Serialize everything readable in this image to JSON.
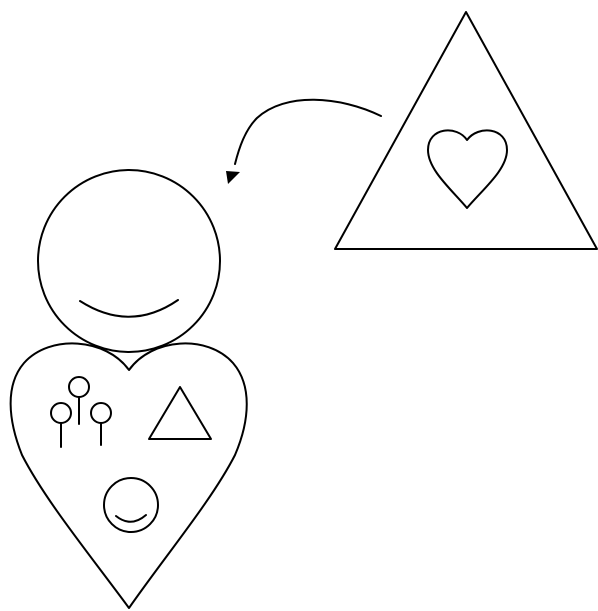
{
  "diagram": {
    "figures": [
      {
        "id": "triangle-with-heart",
        "icon": "triangle-icon",
        "contains": [
          "heart-icon"
        ]
      },
      {
        "id": "person",
        "icon": "person-icon",
        "parts": [
          "smiling-head",
          "heart-body"
        ]
      }
    ],
    "arrow": {
      "from": "triangle-with-heart",
      "to": "person",
      "icon": "curved-arrow-icon"
    },
    "heart_body_contents": [
      "trees-icon",
      "triangle-icon",
      "smiley-face-icon"
    ],
    "colors": {
      "line": "#000000",
      "background": "#ffffff"
    }
  }
}
